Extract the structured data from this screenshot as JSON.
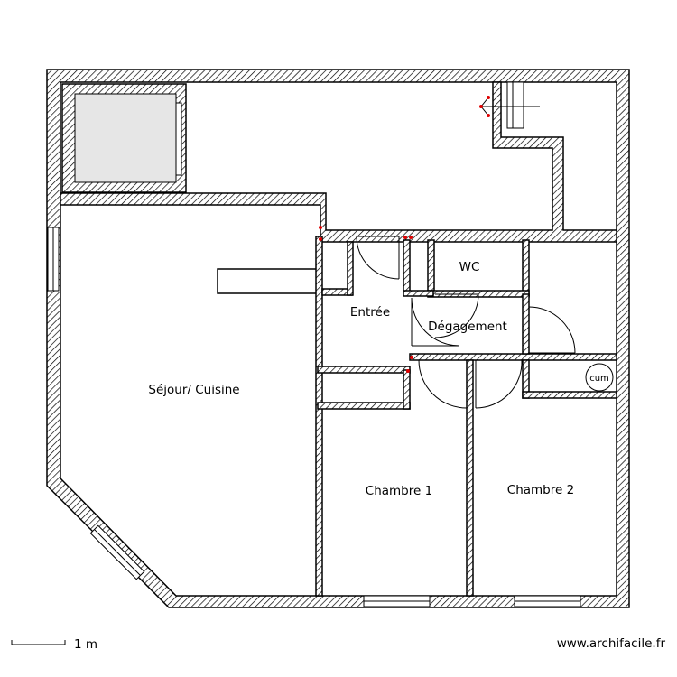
{
  "rooms": {
    "sejour": "Séjour/ Cuisine",
    "entree": "Entrée",
    "wc": "WC",
    "degagement": "Dégagement",
    "chambre1": "Chambre 1",
    "chambre2": "Chambre 2",
    "cumulus": "cum"
  },
  "scale_label": "1 m",
  "watermark": "www.archifacile.fr",
  "colors": {
    "wall_stroke": "#000000",
    "marker": "#e00000",
    "skylight_fill": "#e6e6e6"
  }
}
